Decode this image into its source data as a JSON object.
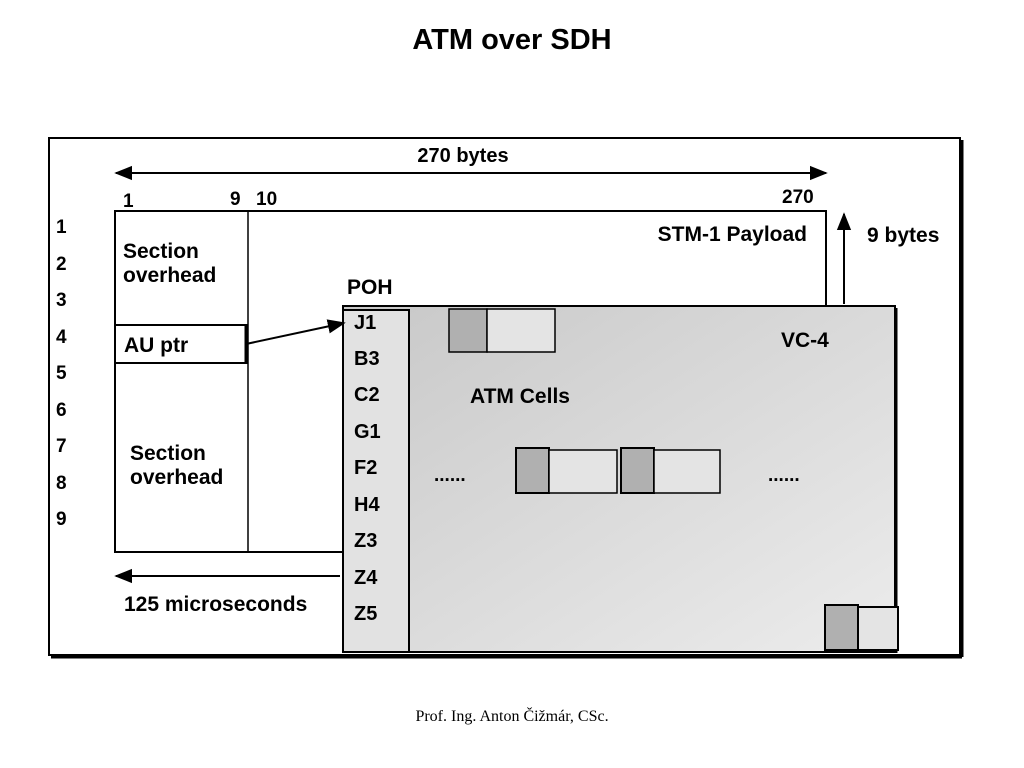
{
  "title": "ATM over SDH",
  "footer": "Prof. Ing. Anton Čižmár, CSc.",
  "diagram": {
    "width_label": "270 bytes",
    "col_1": "1",
    "col_9": "9",
    "col_10": "10",
    "col_270": "270",
    "rows": [
      "1",
      "2",
      "3",
      "4",
      "5",
      "6",
      "7",
      "8",
      "9"
    ],
    "section_overhead_top": [
      "Section",
      "overhead"
    ],
    "au_ptr": "AU ptr",
    "section_overhead_bottom": [
      "Section",
      "overhead"
    ],
    "stm1_payload": "STM-1 Payload",
    "nine_bytes": "9 bytes",
    "poh_label": "POH",
    "poh_bytes": [
      "J1",
      "B3",
      "C2",
      "G1",
      "F2",
      "H4",
      "Z3",
      "Z4",
      "Z5"
    ],
    "vc4_label": "VC-4",
    "atm_cells_label": "ATM Cells",
    "ellipsis_left": "......",
    "ellipsis_right": "......",
    "time_label": "125 microseconds"
  }
}
